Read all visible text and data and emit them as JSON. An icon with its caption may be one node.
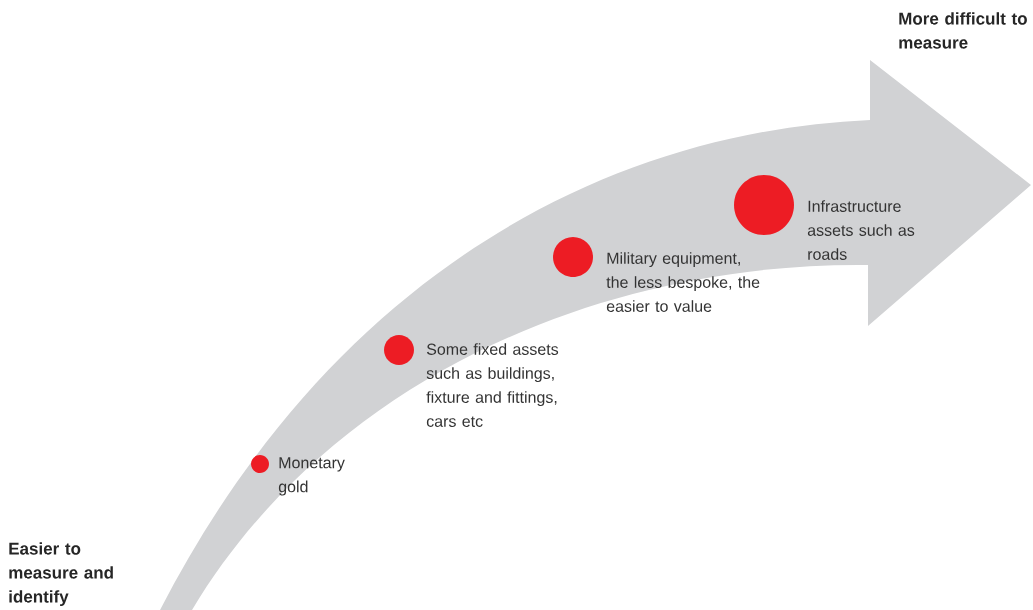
{
  "diagram": {
    "nodes": [
      {
        "text": [],
        "shape": "circle",
        "beside": [
          "Monetary gold"
        ]
      },
      {
        "text": [],
        "shape": "circle",
        "beside": [
          "Some fixed assets such as buildings, fixture and fittings, cars etc"
        ]
      },
      {
        "text": [],
        "shape": "circle",
        "beside": [
          "Military equipment, the less bespoke, the easier to value"
        ]
      },
      {
        "text": [],
        "shape": "circle",
        "beside": [
          "Infrastructure assets such as roads"
        ]
      }
    ],
    "labels": [
      "More difficult to measure",
      "Easier to measure and identify"
    ]
  }
}
